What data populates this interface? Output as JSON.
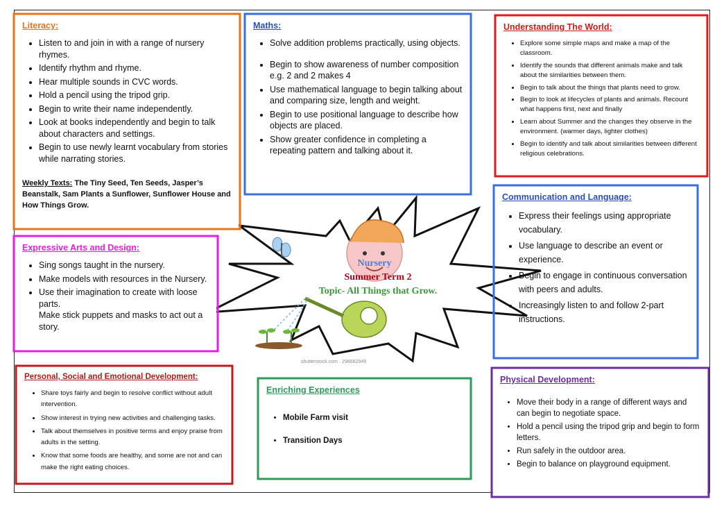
{
  "colors": {
    "literacy": "#e8731b",
    "maths": "#3a6de0",
    "world": "#e01a1a",
    "communication": "#3a6de0",
    "arts": "#e61ee0",
    "psed": "#c01a1a",
    "enriching": "#2e9a5a",
    "physical": "#6a2ea0",
    "title_nursery": "#4a7cd6",
    "title_term": "#b2001a",
    "title_topic": "#3a9a3a"
  },
  "center": {
    "line1": "Nursery",
    "line2": "Summer Term 2",
    "line3": "Topic- All Things that Grow.",
    "image_credit": "shutterstock.com · 296682949"
  },
  "literacy": {
    "title": "Literacy:",
    "items": [
      "Listen to and join in with a range of nursery rhymes.",
      " Identify rhythm and rhyme.",
      " Hear multiple sounds in CVC words.",
      "Hold a pencil using the tripod grip.",
      "Begin to write their name independently.",
      "Look at books independently and begin to talk about characters and settings.",
      "Begin to use newly learnt vocabulary from stories while narrating stories."
    ],
    "weekly_label": "Weekly Texts:",
    "weekly_text": "  The Tiny Seed, Ten Seeds, Jasper’s Beanstalk, Sam Plants a Sunflower, Sunflower House and How Things Grow."
  },
  "maths": {
    "title": "Maths:",
    "item1": "Solve addition problems practically, using objects.",
    "items": [
      "Begin to show awareness of number composition e.g. 2 and 2 makes 4",
      "Use mathematical language to begin talking about and comparing size, length and weight.",
      "Begin to use positional language to describe how objects are placed.",
      "Show greater confidence in completing a repeating pattern and talking about it."
    ]
  },
  "world": {
    "title": "Understanding The World:",
    "items": [
      "Explore some simple maps and make a map of the classroom.",
      "Identify the sounds that different animals make and talk about the similarities between them.",
      "Begin to talk about the things that plants need to grow.",
      "Begin to look at lifecycles of plants and animals. Recount what happens first, next and finally",
      "Learn about Summer and the changes they observe in the environment. (warmer days, lighter clothes)",
      "Begin to identify and talk about similarities between different religious celebrations."
    ]
  },
  "communication": {
    "title": "Communication and Language:",
    "items": [
      "Express their feelings using appropriate vocabulary.",
      "Use language to describe an event or experience.",
      " Begin to engage in continuous conversation with peers and adults.",
      "Increasingly listen to and follow 2-part instructions."
    ]
  },
  "arts": {
    "title": "Expressive Arts and Design:",
    "items": [
      "Sing songs taught in the nursery.",
      "Make models with resources in the Nursery.",
      "Use their imagination to create with loose parts."
    ],
    "extra": "Make stick puppets and masks to act out a story."
  },
  "psed": {
    "title": "Personal, Social and Emotional Development:",
    "items": [
      "Share toys fairly and begin to resolve conflict without adult intervention.",
      " Show interest in trying new activities and challenging tasks.",
      "Talk about themselves in positive terms and enjoy praise from adults in the setting.",
      "Know that some foods are healthy, and some are not and can make the right eating choices."
    ]
  },
  "enriching": {
    "title": "Enriching Experiences",
    "items": [
      "Mobile Farm visit",
      "Transition Days"
    ]
  },
  "physical": {
    "title": "Physical Development:",
    "items": [
      "Move their body in a range of different ways and can begin to negotiate space.",
      "Hold a pencil using the tripod grip and begin to form letters.",
      "Run safely in the outdoor area.",
      "Begin to balance on playground equipment."
    ]
  }
}
